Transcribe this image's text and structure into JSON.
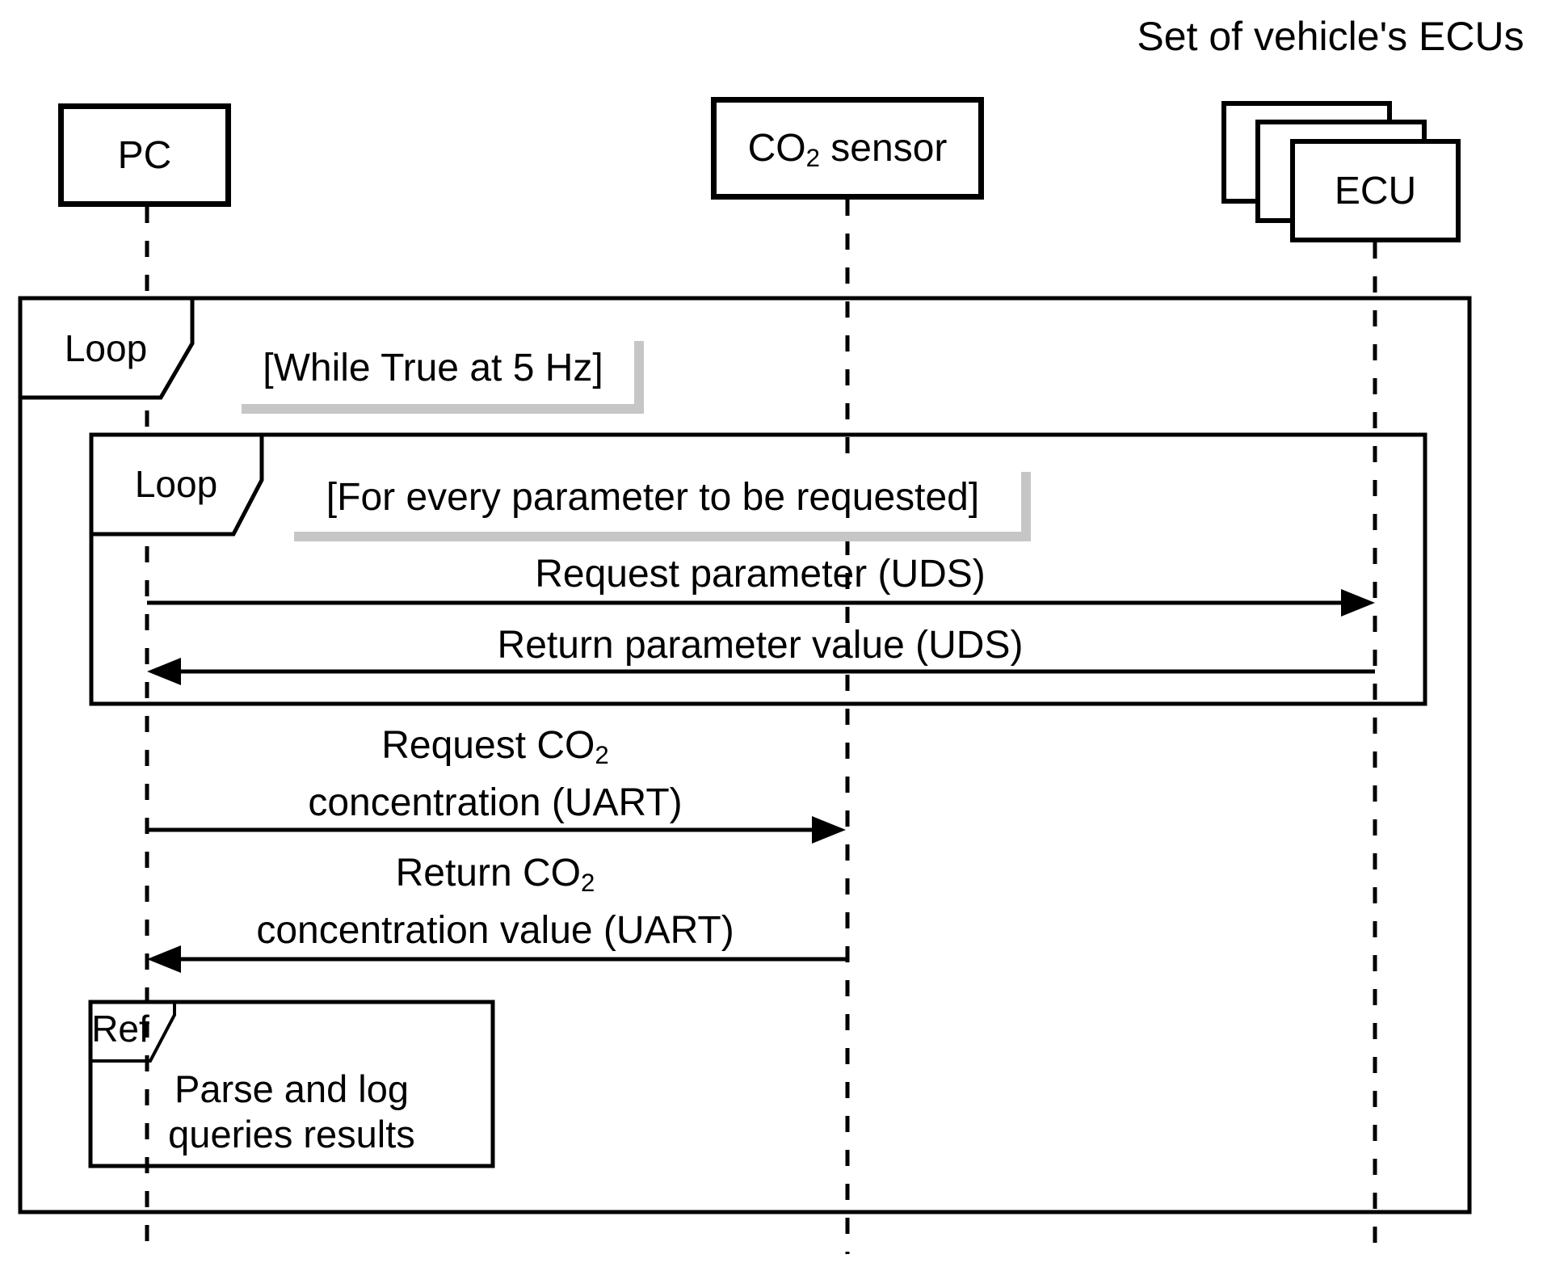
{
  "title": "Set of vehicle's ECUs",
  "actors": {
    "pc": {
      "label": "PC"
    },
    "co2_sensor": {
      "label_main": "CO",
      "label_sub": "2",
      "label_rest": " sensor"
    },
    "ecu": {
      "label": "ECU"
    }
  },
  "fragments": {
    "outer_loop": {
      "operator": "Loop",
      "guard": "[While True at 5 Hz]"
    },
    "inner_loop": {
      "operator": "Loop",
      "guard": "[For every parameter to be requested]"
    },
    "ref": {
      "operator": "Ref",
      "line1": "Parse and log",
      "line2": "queries results"
    }
  },
  "messages": {
    "request_parameter": {
      "label": "Request parameter (UDS)",
      "from": "PC",
      "to": "ECU"
    },
    "return_parameter": {
      "label": "Return parameter value (UDS)",
      "from": "ECU",
      "to": "PC"
    },
    "request_co2": {
      "line1_main": "Request CO",
      "line1_sub": "2",
      "line2": "concentration (UART)",
      "from": "PC",
      "to": "CO2 sensor"
    },
    "return_co2": {
      "line1_main": "Return CO",
      "line1_sub": "2",
      "line2": "concentration value (UART)",
      "from": "CO2 sensor",
      "to": "PC"
    }
  },
  "colors": {
    "stroke": "#000000",
    "background": "#ffffff",
    "guard_shadow": "#c6c6c6"
  }
}
